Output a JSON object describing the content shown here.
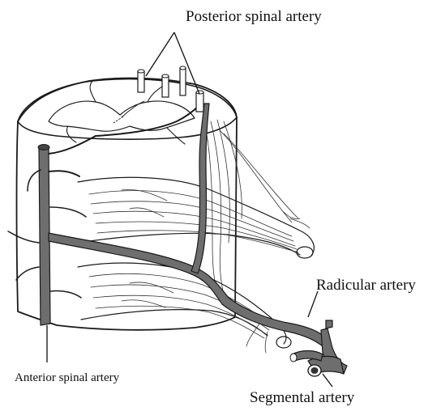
{
  "diagram": {
    "labels": {
      "posterior_spinal_artery": "Posterior spinal artery",
      "radicular_artery": "Radicular artery",
      "anterior_spinal_artery": "Anterior spinal artery",
      "segmental_artery": "Segmental artery"
    },
    "colors": {
      "background": "#ffffff",
      "outline": "#1a1a1a",
      "artery_fill": "#6e6e6e",
      "white_matter": "#ffffff"
    }
  }
}
